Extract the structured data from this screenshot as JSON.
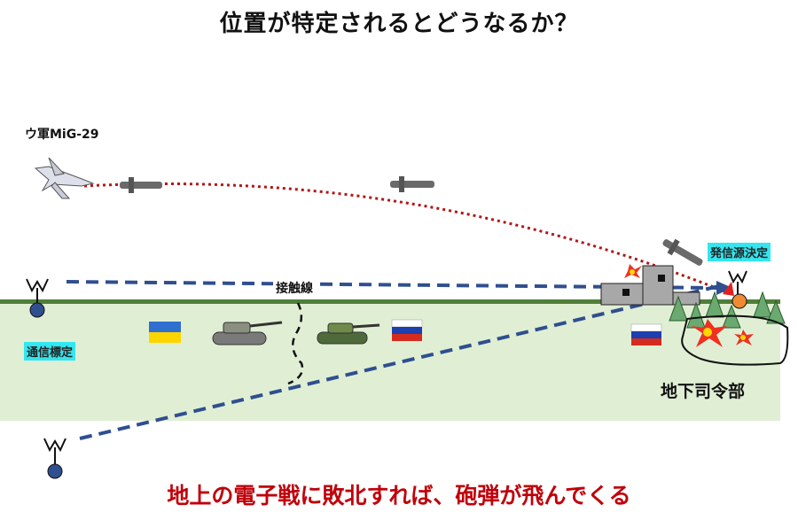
{
  "title": "位置が特定されるとどうなるか？",
  "labels": {
    "aircraft": "ウ軍MiG-29",
    "contact_line": "接触線",
    "direction_finding": "通信標定",
    "source_determined": "発信源決定",
    "underground_hq": "地下司令部"
  },
  "footer": "地上の電子戦に敗北すれば、砲弾が飛んでくる",
  "colors": {
    "ground": "#e0efd4",
    "ground_line": "#4f7f3a",
    "signal_line": "#2f4f8f",
    "missile_path": "#b01818",
    "highlight": "#33e6f0",
    "footer_text": "#c0000a"
  }
}
